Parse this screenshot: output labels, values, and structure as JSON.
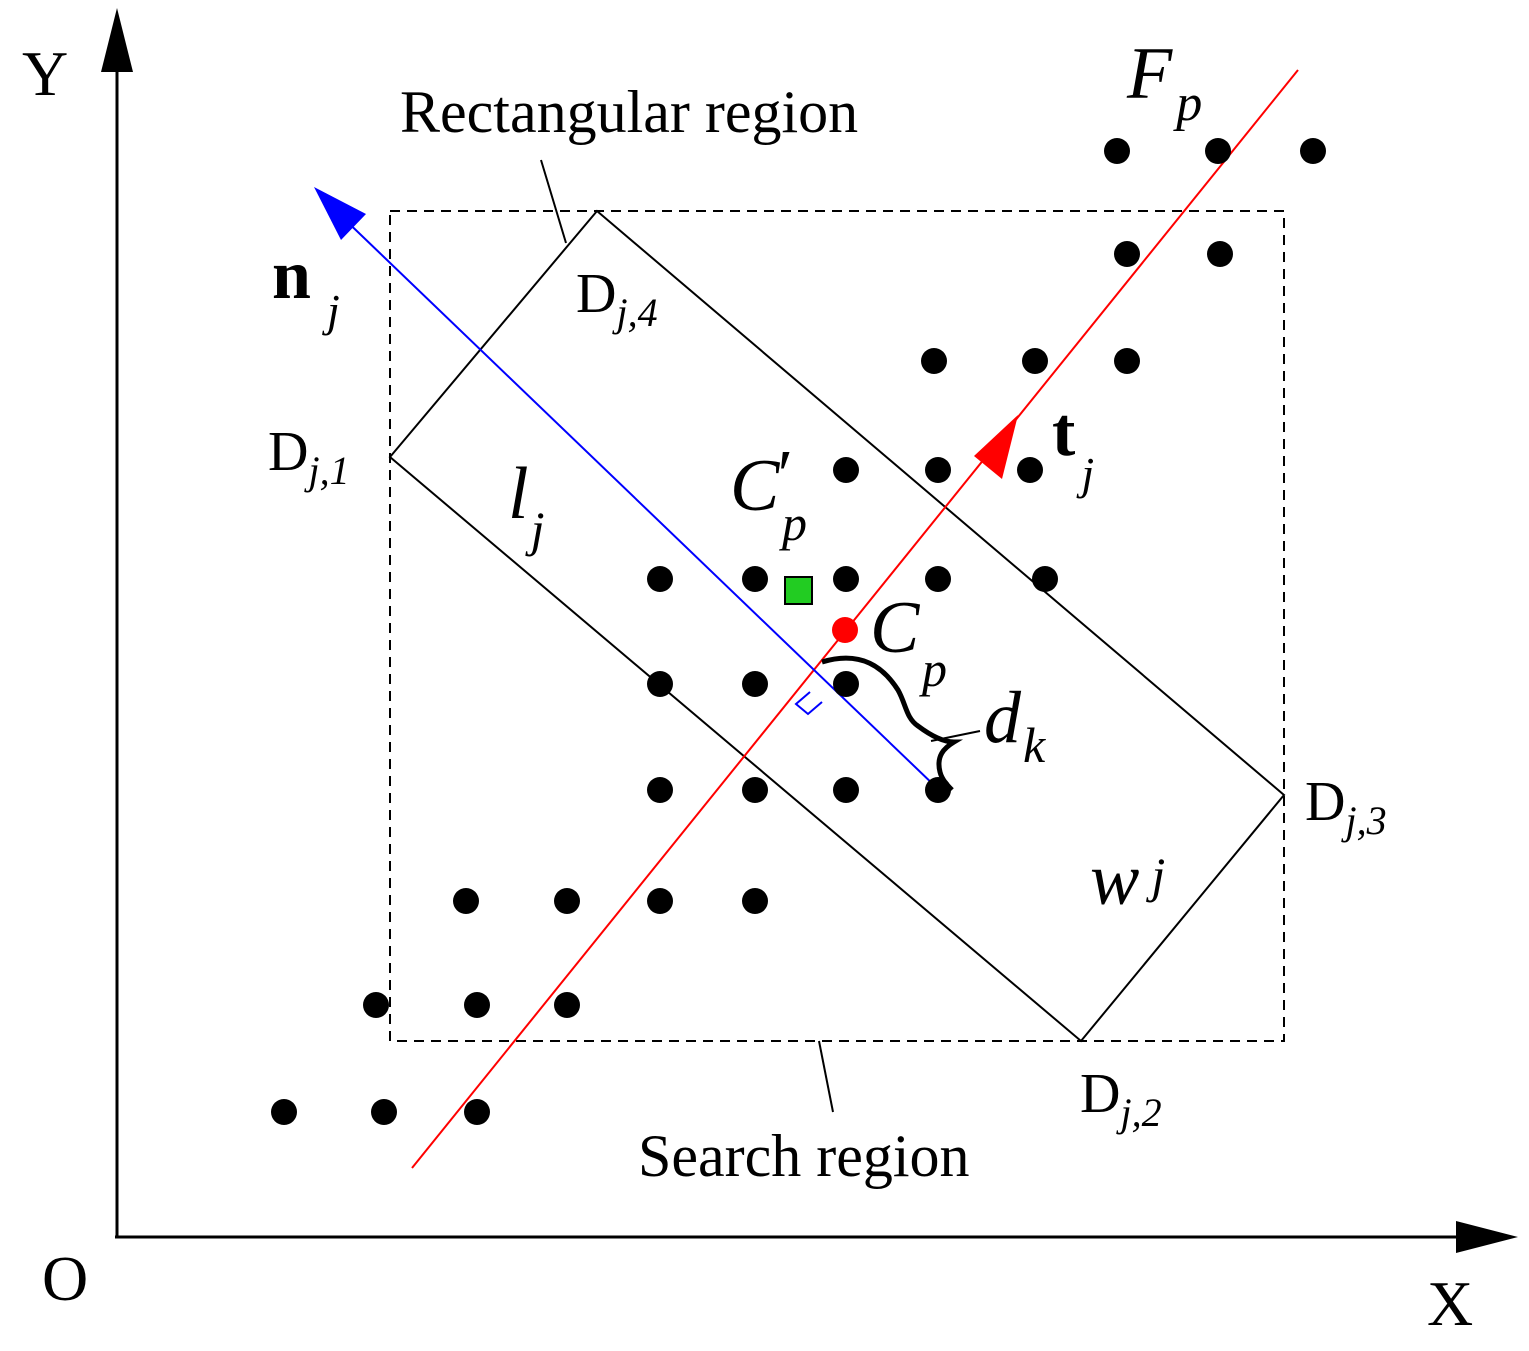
{
  "labels": {
    "y_axis": "Y",
    "x_axis": "X",
    "origin": "O",
    "rect_region": "Rectangular region",
    "search_region": "Search region",
    "fp_main": "F",
    "fp_sub": "p",
    "n_main": "n",
    "n_sub": "j",
    "t_main": "t",
    "t_sub": "j",
    "l_main": "l",
    "l_sub": "j",
    "w_main": "w",
    "w_sub": "j",
    "c_prime_main": "C",
    "c_prime_mark": "′",
    "c_prime_sub": "p",
    "cp_main": "C",
    "cp_sub": "p",
    "dk_main": "d",
    "dk_sub": "k",
    "corners": [
      {
        "main": "D",
        "sub": "j,1"
      },
      {
        "main": "D",
        "sub": "j,2"
      },
      {
        "main": "D",
        "sub": "j,3"
      },
      {
        "main": "D",
        "sub": "j,4"
      }
    ]
  },
  "colors": {
    "normal_vector": "#0000ff",
    "tangent_line": "#ff0000",
    "centroid_square": "#22cc22",
    "point_cp": "#ff0000",
    "points": "#000000"
  }
}
